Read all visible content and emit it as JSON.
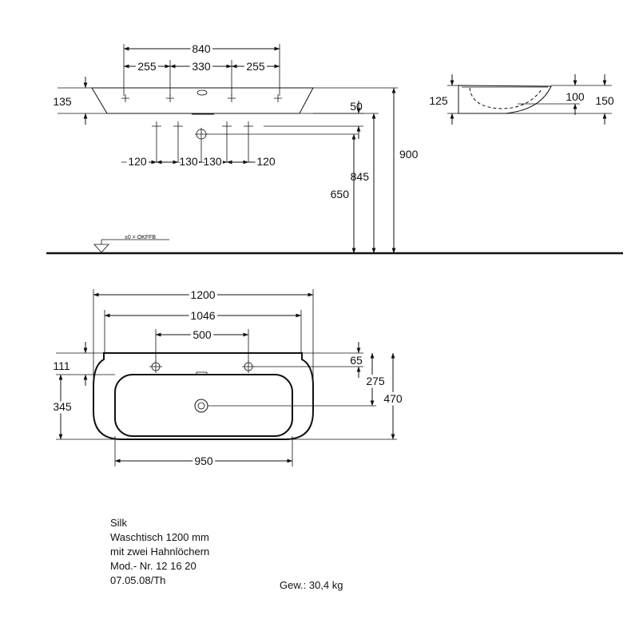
{
  "front_view": {
    "overall_width": "840",
    "seg_left": "255",
    "seg_mid": "330",
    "seg_right": "255",
    "rim_height": "135",
    "below_rim": "50",
    "ofs_left": "120",
    "ofs_cl": "130",
    "ofs_cr": "130",
    "ofs_right": "120",
    "h_650": "650",
    "h_845": "845",
    "h_900": "900",
    "floor_label": "±0 = OKFFB"
  },
  "side_view": {
    "height_125": "125",
    "depth_100": "100",
    "depth_150": "150"
  },
  "plan_view": {
    "width_1200": "1200",
    "width_1046": "1046",
    "tap_spacing": "500",
    "back_111": "111",
    "bowl_345": "345",
    "tap_65": "65",
    "drain_275": "275",
    "depth_470": "470",
    "bowl_950": "950"
  },
  "info": {
    "series": "Silk",
    "product": "Waschtisch 1200 mm",
    "variant": "mit zwei Hahnlöchern",
    "model": "Mod.- Nr. 12 16 20",
    "date": "07.05.08/Th",
    "weight": "Gew.: 30,4 kg"
  }
}
